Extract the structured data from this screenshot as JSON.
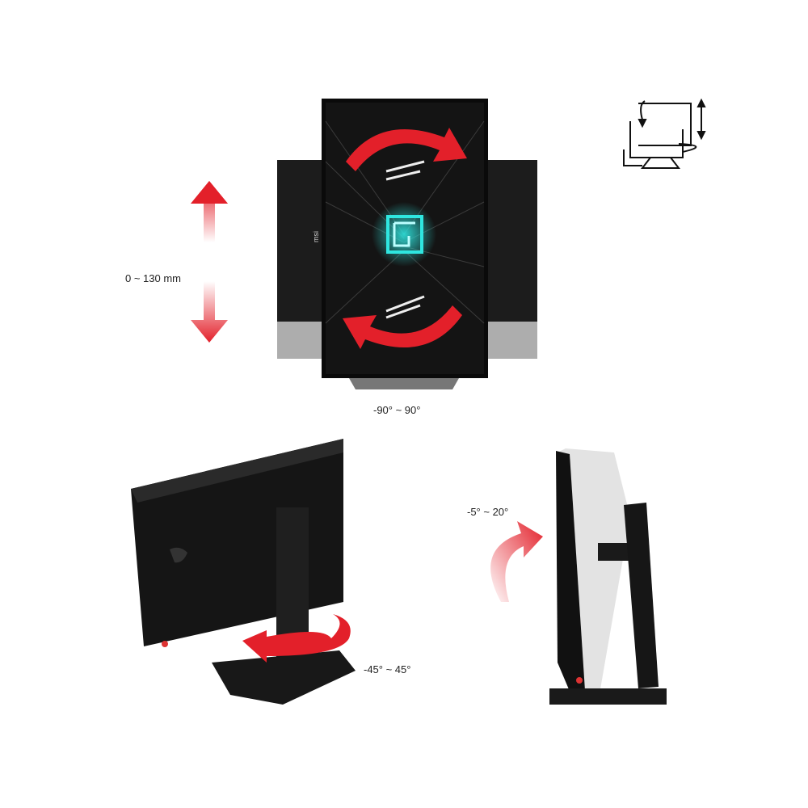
{
  "labels": {
    "height_range": "0 ~ 130 mm",
    "pivot_range": "-90° ~ 90°",
    "swivel_range": "-45° ~ 45°",
    "tilt_range": "-5° ~ 20°"
  },
  "brand_logo": "msi",
  "colors": {
    "arrow_red": "#e3202a",
    "screen_glow": "#2fe6e0",
    "monitor_body": "#1a1a1a"
  }
}
